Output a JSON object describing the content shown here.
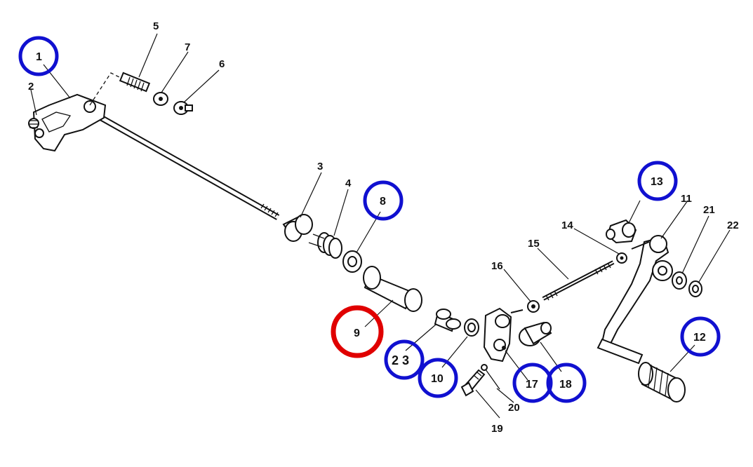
{
  "diagram": {
    "part_labels": {
      "p1": "1",
      "p2": "2",
      "p3": "3",
      "p4": "4",
      "p5": "5",
      "p6": "6",
      "p7": "7",
      "p8": "8",
      "p9": "9",
      "p10": "10",
      "p11": "11",
      "p12": "12",
      "p13": "13",
      "p14": "14",
      "p15": "15",
      "p16": "16",
      "p17": "17",
      "p18": "18",
      "p19": "19",
      "p20": "20",
      "p21": "21",
      "p22": "22",
      "p23": "2 3"
    },
    "highlight_colors": {
      "blue": "#1010d0",
      "red": "#e00000"
    }
  }
}
